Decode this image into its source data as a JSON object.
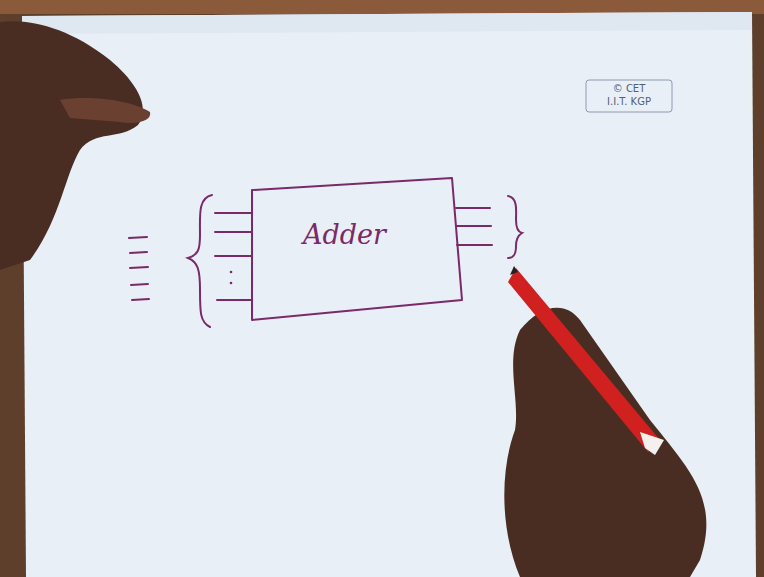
{
  "diagram": {
    "nodes": [
      {
        "text": [
          "Adder"
        ]
      }
    ],
    "edges": [],
    "labels": [
      "© CET",
      "I.I.T. KGP"
    ]
  }
}
